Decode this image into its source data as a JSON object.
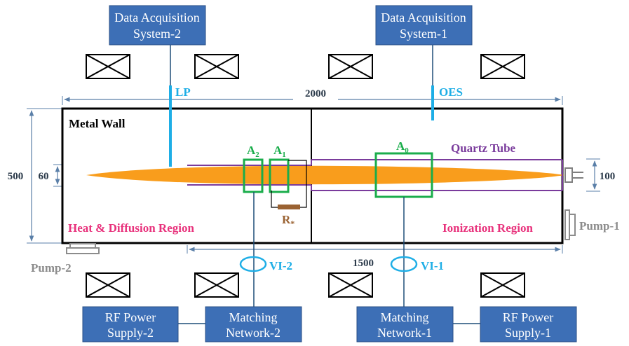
{
  "top_boxes": {
    "das2": {
      "line1": "Data Acquisition",
      "line2": "System-2"
    },
    "das1": {
      "line1": "Data Acquisition",
      "line2": "System-1"
    }
  },
  "bottom_boxes": {
    "rf2": {
      "line1": "RF Power",
      "line2": "Supply-2"
    },
    "mn2": {
      "line1": "Matching",
      "line2": "Network-2"
    },
    "mn1": {
      "line1": "Matching",
      "line2": "Network-1"
    },
    "rf1": {
      "line1": "RF Power",
      "line2": "Supply-1"
    }
  },
  "probes": {
    "lp": "LP",
    "oes": "OES"
  },
  "labels": {
    "metal_wall": "Metal Wall",
    "quartz_tube": "Quartz Tube",
    "heat_region": "Heat & Diffusion Region",
    "ion_region": "Ionization Region",
    "pump1": "Pump-1",
    "pump2": "Pump-2",
    "vi1": "VI-1",
    "vi2": "VI-2",
    "resistor_main": "R",
    "resistor_sub": "*"
  },
  "areas": {
    "a0_main": "A",
    "a0_sub": "0",
    "a1_main": "A",
    "a1_sub": "1",
    "a2_main": "A",
    "a2_sub": "2"
  },
  "dimensions": {
    "total_length": "2000",
    "tube_length": "1500",
    "height": "500",
    "plasma_dia": "60",
    "tube_dia": "100"
  },
  "colors": {
    "box_fill": "#3d6fb6",
    "probe": "#1eaee6",
    "plasma": "#f99d1c",
    "area_green": "#1aad4b",
    "tube_purple": "#7a3b9c",
    "region_pink": "#e8327c",
    "resistor": "#9a6232",
    "gray": "#8c8c8c",
    "dimension": "#5a7fa8"
  }
}
